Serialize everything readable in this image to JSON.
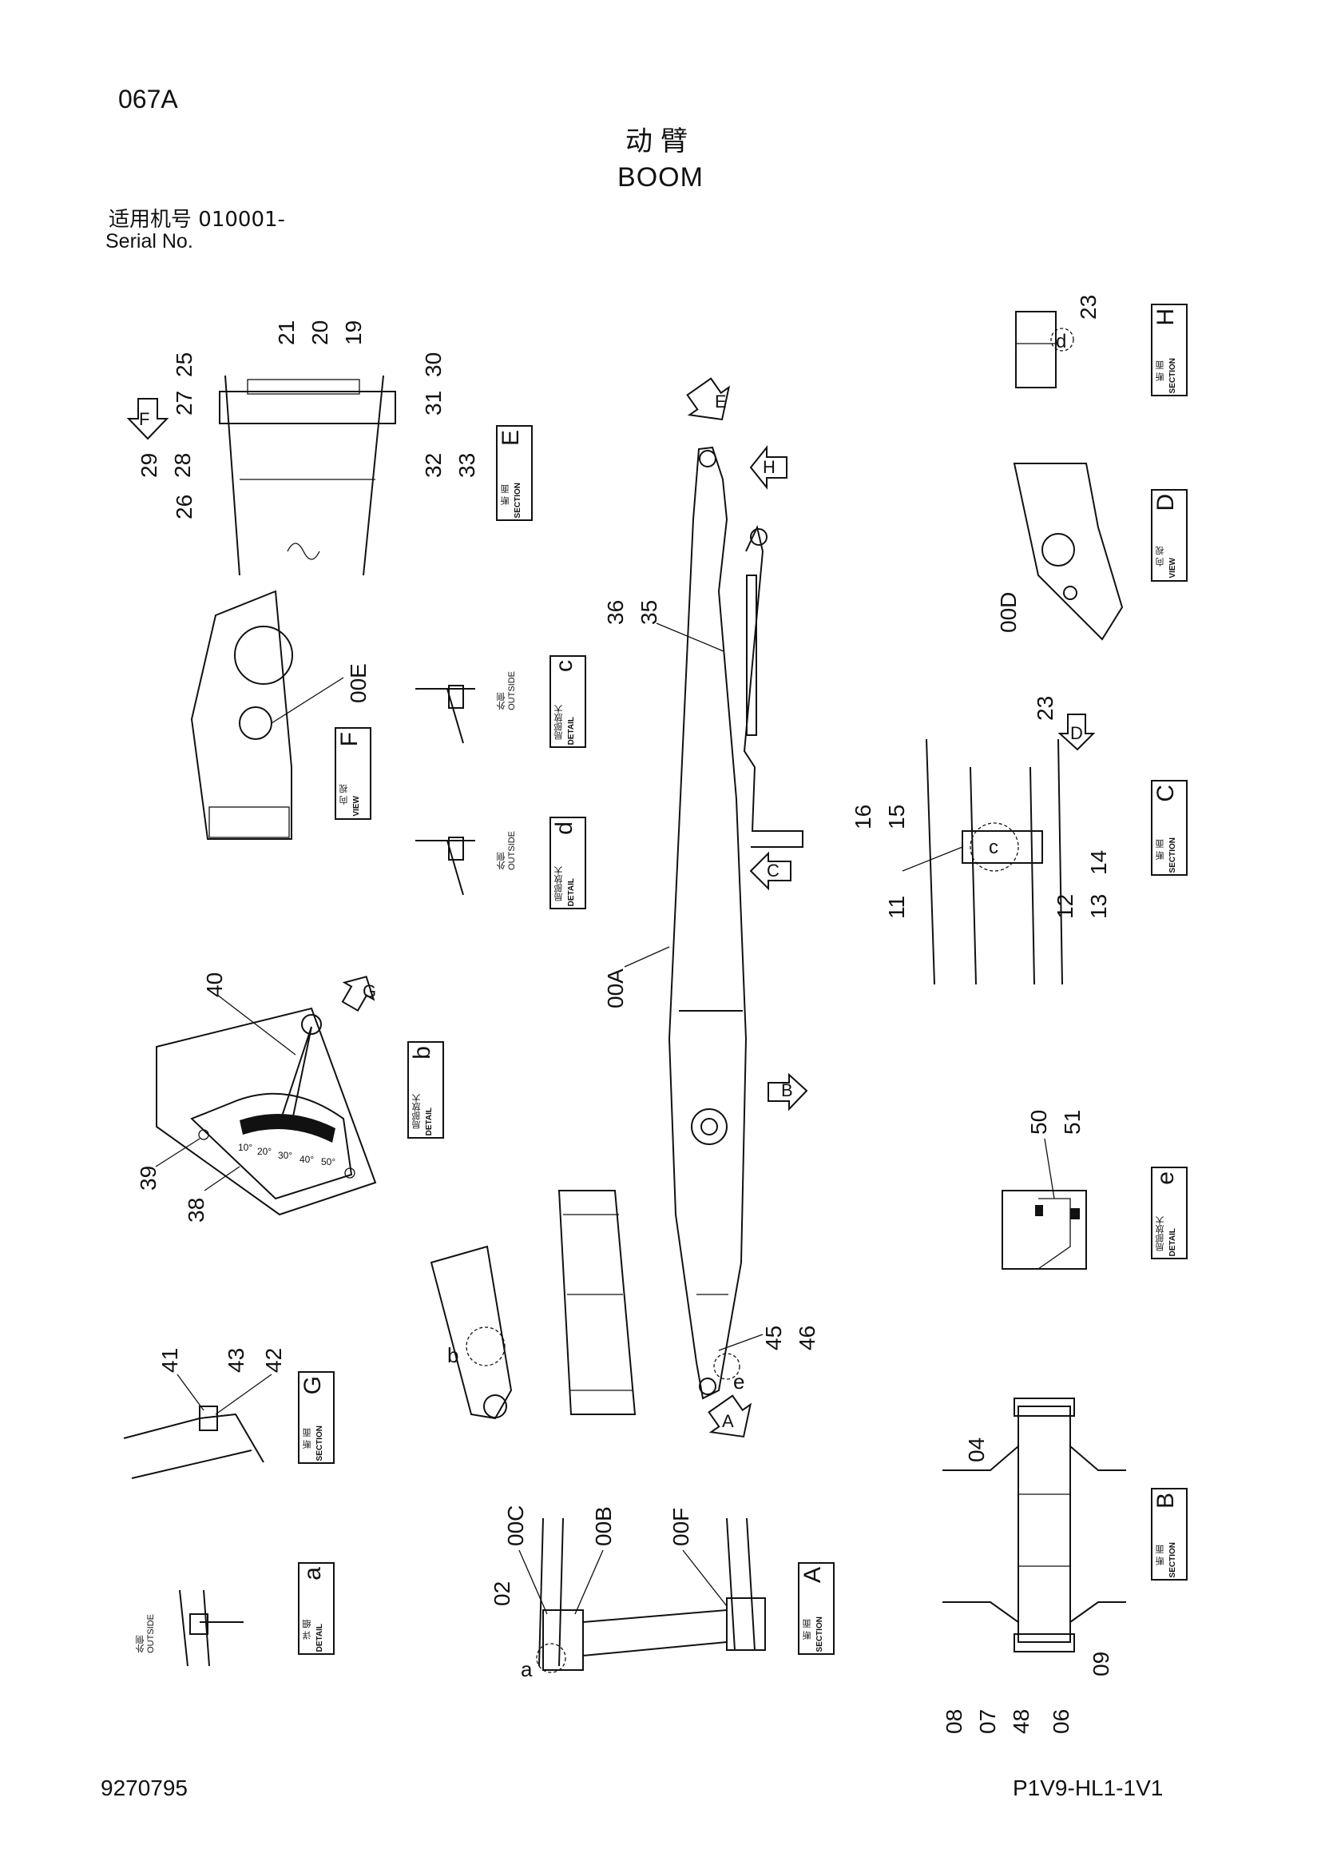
{
  "header": {
    "page_code": "067A",
    "title_cn": "动臂",
    "title_en": "BOOM",
    "serial_label_cn": "适用机号",
    "serial_value": "010001-",
    "serial_label_en": "Serial No."
  },
  "footer": {
    "doc_number": "9270795",
    "drawing_code": "P1V9-HL1-1V1"
  },
  "view_labels": [
    {
      "id": "E",
      "cn": "断 面",
      "en": "SECTION"
    },
    {
      "id": "H",
      "cn": "断 面",
      "en": "SECTION"
    },
    {
      "id": "D",
      "cn": "向 视",
      "en": "VIEW"
    },
    {
      "id": "F",
      "cn": "向 视",
      "en": "VIEW"
    },
    {
      "id": "c",
      "cn": "局部放大",
      "en": "DETAIL",
      "side_cn": "外侧",
      "side_en": "OUTSIDE"
    },
    {
      "id": "d",
      "cn": "局部放大",
      "en": "DETAIL",
      "side_cn": "外侧",
      "side_en": "OUTSIDE"
    },
    {
      "id": "C",
      "cn": "断 面",
      "en": "SECTION"
    },
    {
      "id": "b",
      "cn": "局部放大",
      "en": "DETAIL"
    },
    {
      "id": "e",
      "cn": "局部放大",
      "en": "DETAIL"
    },
    {
      "id": "G",
      "cn": "断 面",
      "en": "SECTION"
    },
    {
      "id": "B",
      "cn": "断 面",
      "en": "SECTION"
    },
    {
      "id": "a",
      "cn": "详 细",
      "en": "DETAIL",
      "side_cn": "外侧",
      "side_en": "OUTSIDE"
    },
    {
      "id": "A",
      "cn": "断 面",
      "en": "SECTION"
    }
  ],
  "view_arrows": [
    "F",
    "E",
    "H",
    "D",
    "C",
    "G",
    "B",
    "A"
  ],
  "detail_circle_labels": [
    "a",
    "b",
    "c",
    "d",
    "e"
  ],
  "part_numbers": {
    "section_E": [
      "21",
      "20",
      "19",
      "25",
      "27",
      "29",
      "28",
      "26",
      "30",
      "31",
      "32",
      "33"
    ],
    "view_F": [
      "00E"
    ],
    "section_H": [
      "23"
    ],
    "view_D": [
      "00D"
    ],
    "boom": [
      "36",
      "35",
      "00A",
      "45",
      "46"
    ],
    "section_C": [
      "16",
      "15",
      "11",
      "23",
      "14",
      "12",
      "13"
    ],
    "detail_b": [
      "40",
      "39",
      "38"
    ],
    "detail_e": [
      "50",
      "51"
    ],
    "section_G": [
      "41",
      "43",
      "42"
    ],
    "section_A": [
      "00C",
      "00B",
      "00F",
      "02"
    ],
    "section_B": [
      "04",
      "08",
      "07",
      "48",
      "06",
      "09"
    ]
  },
  "angle_scale": [
    "10°",
    "20°",
    "30°",
    "40°",
    "50°"
  ]
}
